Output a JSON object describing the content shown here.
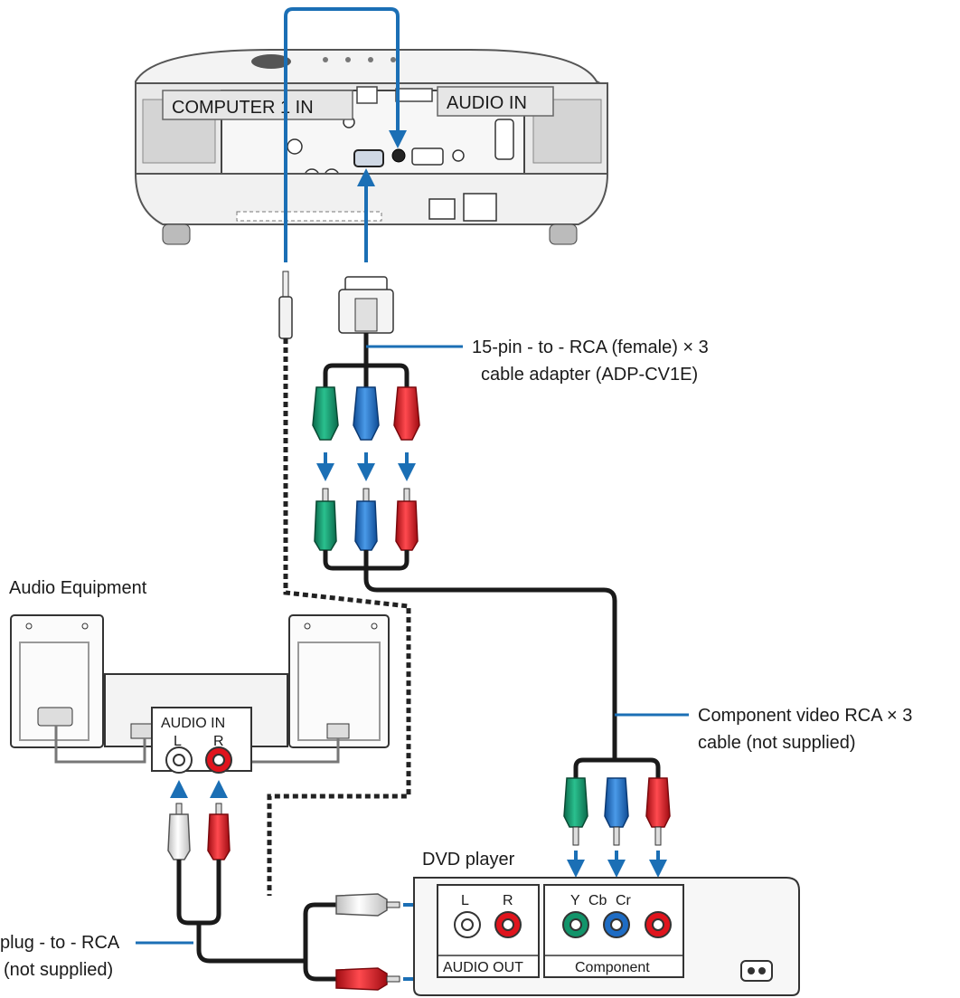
{
  "projector": {
    "computer_in_label": "COMPUTER 1 IN",
    "audio_in_label": "AUDIO IN"
  },
  "adapter": {
    "label_line1": "15-pin - to - RCA (female) × 3",
    "label_line2": "cable adapter (ADP-CV1E)"
  },
  "component_cable": {
    "label_line1": "Component video RCA × 3",
    "label_line2": "cable (not supplied)"
  },
  "audio_equipment": {
    "title": "Audio Equipment",
    "panel_label": "AUDIO IN",
    "left_label": "L",
    "right_label": "R"
  },
  "audio_cable": {
    "label_line1": "plug - to - RCA",
    "label_line2": "(not supplied)"
  },
  "dvd_player": {
    "title": "DVD player",
    "left_label": "L",
    "right_label": "R",
    "audio_out_label": "AUDIO OUT",
    "y_label": "Y",
    "cb_label": "Cb",
    "cr_label": "Cr",
    "component_label": "Component"
  },
  "colors": {
    "cable_blue": "#1b6fb5",
    "rca_green": "#12946a",
    "rca_blue": "#1e6cc4",
    "rca_red": "#e0141d",
    "cable_black": "#1a1a1a"
  }
}
